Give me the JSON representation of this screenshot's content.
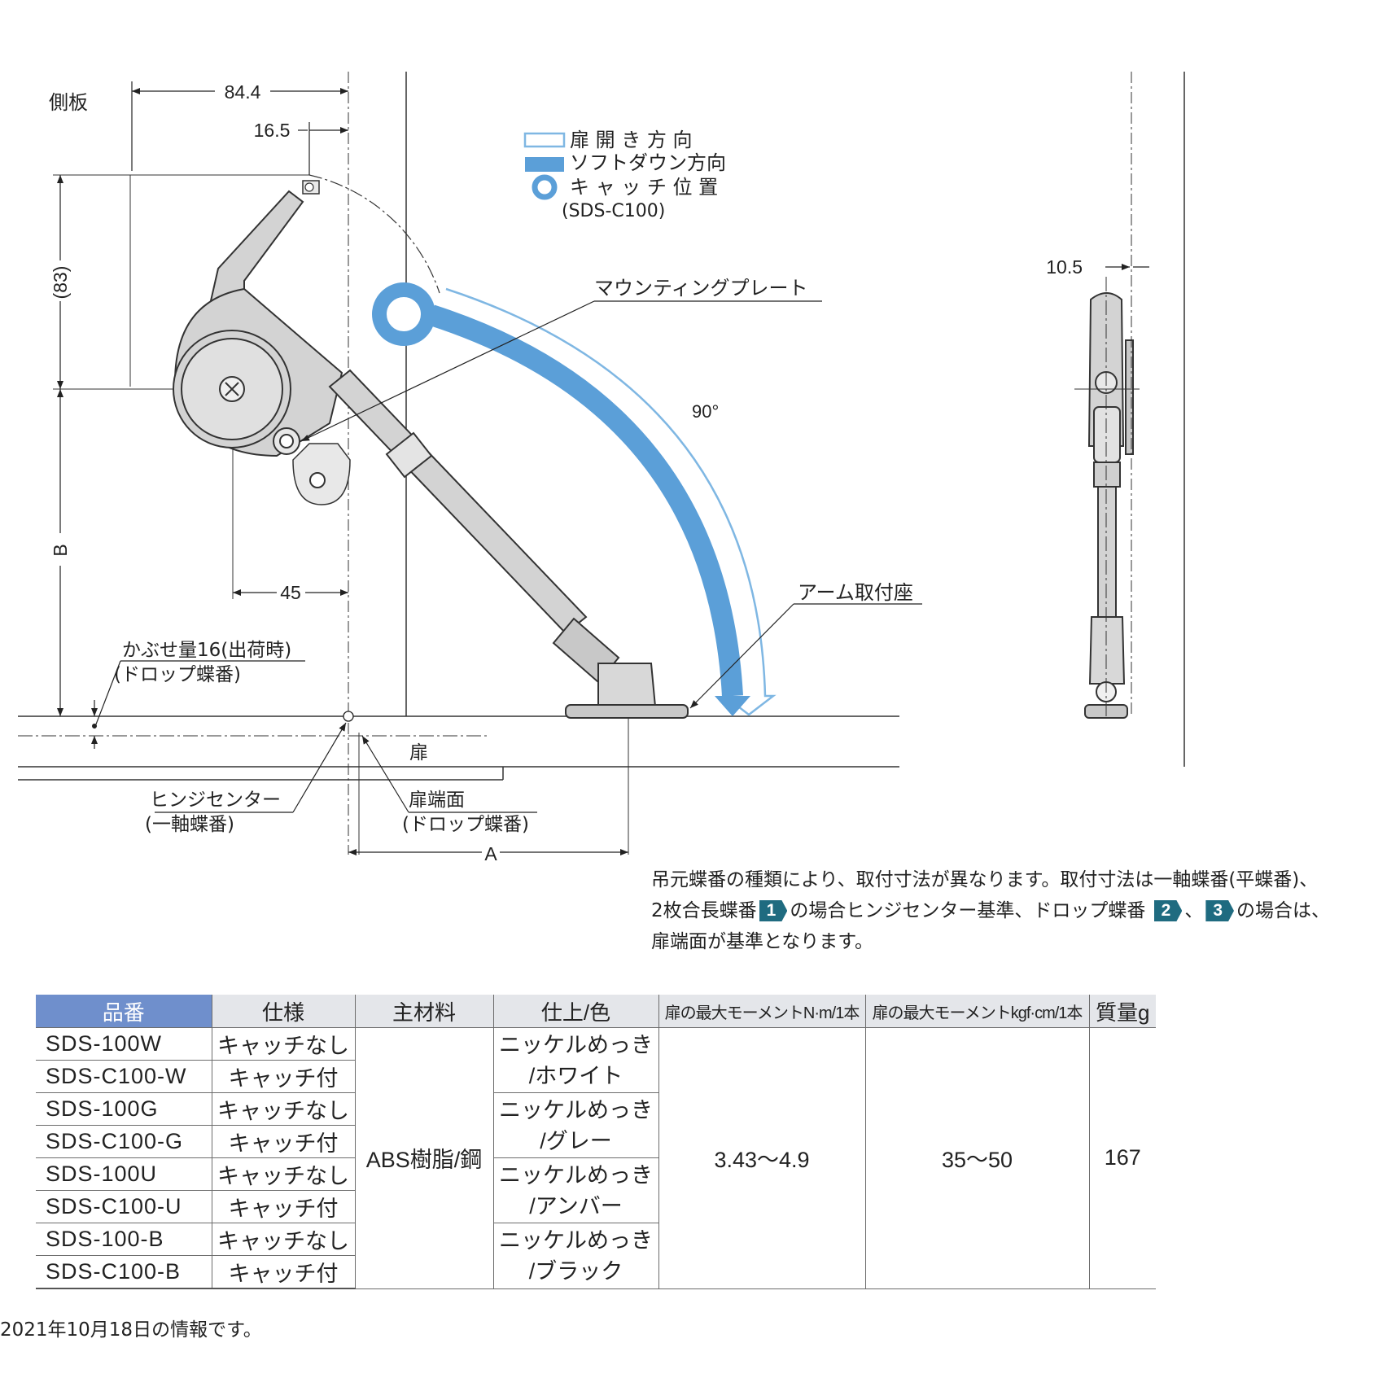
{
  "diagram": {
    "side_panel_label": "側板",
    "dim_84_4": "84.4",
    "dim_16_5": "16.5",
    "dim_83": "(83)",
    "dim_B": "B",
    "dim_45": "45",
    "dim_A": "A",
    "dim_10_5": "10.5",
    "angle_label": "90°",
    "legend": {
      "door_open_direction": "扉 開 き 方 向",
      "soft_down_direction": "ソフトダウン方向",
      "catch_position": "キ ャ ッ チ 位 置",
      "catch_model": "(SDS-C100)"
    },
    "mounting_plate": "マウンティングプレート",
    "arm_mount": "アーム取付座",
    "overlay_label": "かぶせ量16(出荷時)",
    "overlay_sub": "(ドロップ蝶番)",
    "door_label": "扉",
    "hinge_center": "ヒンジセンター",
    "hinge_center_sub": "(一軸蝶番)",
    "door_edge": "扉端面",
    "door_edge_sub": "(ドロップ蝶番)",
    "colors": {
      "legend_blue": "#5b9fd8",
      "arrow_outline": "#7fb7e3",
      "part_fill": "#d3d3d3",
      "badge": "#1f6b80",
      "header_blue": "#6f8fcc"
    }
  },
  "note": {
    "line1": "吊元蝶番の種類により、取付寸法が異なります。取付寸法は一軸蝶番(平蝶番)、",
    "line2_a": "2枚合長蝶番",
    "badge1": "1",
    "line2_b": "の場合ヒンジセンター基準、ドロップ蝶番",
    "badge2": "2",
    "line2_sep": "、",
    "badge3": "3",
    "line2_c": "の場合は、",
    "line3": "扉端面が基準となります。"
  },
  "table": {
    "headers": [
      "品番",
      "仕様",
      "主材料",
      "仕上/色",
      "扉の最大モーメントN·m/1本",
      "扉の最大モーメントkgf·cm/1本",
      "質量g"
    ],
    "rows": [
      {
        "code": "SDS-100W",
        "spec": "キャッチなし"
      },
      {
        "code": "SDS-C100-W",
        "spec": "キャッチ付"
      },
      {
        "code": "SDS-100G",
        "spec": "キャッチなし"
      },
      {
        "code": "SDS-C100-G",
        "spec": "キャッチ付"
      },
      {
        "code": "SDS-100U",
        "spec": "キャッチなし"
      },
      {
        "code": "SDS-C100-U",
        "spec": "キャッチ付"
      },
      {
        "code": "SDS-100-B",
        "spec": "キャッチなし"
      },
      {
        "code": "SDS-C100-B",
        "spec": "キャッチ付"
      }
    ],
    "material": "ABS樹脂/鋼",
    "finishes": [
      {
        "line1": "ニッケルめっき",
        "line2": "/ホワイト"
      },
      {
        "line1": "ニッケルめっき",
        "line2": "/グレー"
      },
      {
        "line1": "ニッケルめっき",
        "line2": "/アンバー"
      },
      {
        "line1": "ニッケルめっき",
        "line2": "/ブラック"
      }
    ],
    "moment_nm": "3.43〜4.9",
    "moment_kgf": "35〜50",
    "mass": "167"
  },
  "footer": "2021年10月18日の情報です。"
}
